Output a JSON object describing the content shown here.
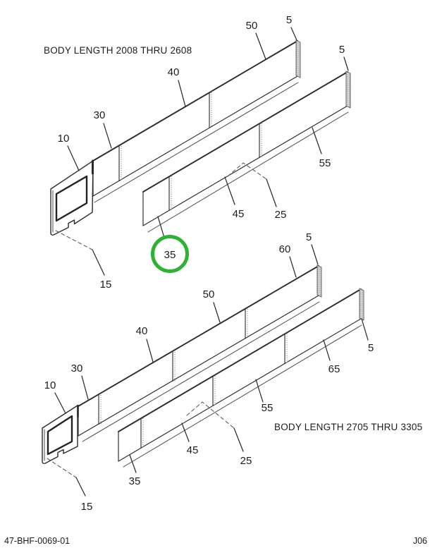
{
  "footer": {
    "left": "47-BHF-0069-01",
    "right": "J06"
  },
  "colors": {
    "highlight_green": "#2eb135",
    "line": "#2b2b2b",
    "splice_gray": "#9c9c9c"
  },
  "d1": {
    "title": "BODY LENGTH 2008 THRU 2608",
    "highlighted_callout": "35",
    "callouts": {
      "c10": "10",
      "c15": "15",
      "c25": "25",
      "c30": "30",
      "c35": "35",
      "c40": "40",
      "c45": "45",
      "c50": "50",
      "c55": "55",
      "c5_left": "5",
      "c5_right": "5"
    }
  },
  "d2": {
    "title": "BODY LENGTH 2705 THRU 3305",
    "callouts": {
      "c10": "10",
      "c15": "15",
      "c25": "25",
      "c30": "30",
      "c35": "35",
      "c40": "40",
      "c45": "45",
      "c50": "50",
      "c55": "55",
      "c60": "60",
      "c65": "65",
      "c5_left": "5",
      "c5_right": "5"
    }
  }
}
